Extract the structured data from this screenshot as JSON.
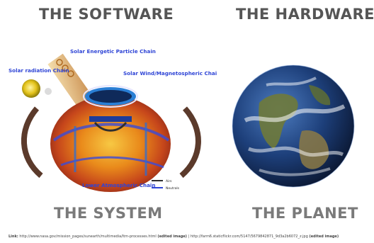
{
  "headings": {
    "software": "THE SOFTWARE",
    "hardware": "THE HARDWARE",
    "system": "THE SYSTEM",
    "planet": "THE PLANET"
  },
  "diagram": {
    "chains": {
      "solar_energetic": "Solar Energetic Particle Chain",
      "solar_radiation": "Solar radiation Chain",
      "solar_wind": "Solar Wind/Magnetospheric Chain",
      "lower_atmospheric": "Lower Atmospheric Chain"
    },
    "legend": {
      "airs": "Airs",
      "neutrals": "Neutrals"
    }
  },
  "caption": {
    "link_label": "Link:",
    "url1": "http://www.nasa.gov/mission_pages/sunearth/multimedia/ltm-processes.html",
    "edited1": "(edited image)",
    "separator": "|",
    "url2": "http://farm6.staticflickr.com/5147/5679842871_9d3a2b6072_z.jpg",
    "edited2": "(edited image)"
  },
  "colors": {
    "heading_top": "#555555",
    "heading_bottom": "#7a7a7a",
    "diagram_label": "#2f45d6",
    "ocean": "#1d3f7a"
  }
}
